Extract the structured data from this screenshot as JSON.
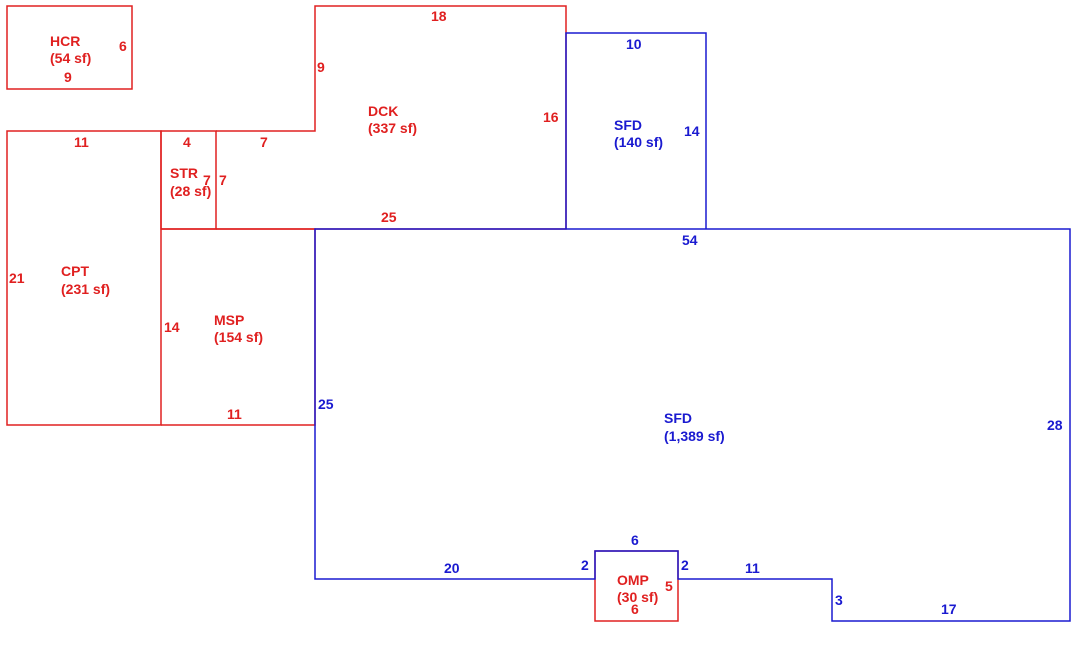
{
  "colors": {
    "existing": "#e02020",
    "primary": "#1a1ad0",
    "background": "#ffffff"
  },
  "areas": {
    "hcr": {
      "code": "HCR",
      "area": "(54 sf)"
    },
    "dck": {
      "code": "DCK",
      "area": "(337 sf)"
    },
    "sfd_upper": {
      "code": "SFD",
      "area": "(140 sf)"
    },
    "str": {
      "code": "STR",
      "area": "(28 sf)"
    },
    "cpt": {
      "code": "CPT",
      "area": "(231 sf)"
    },
    "msp": {
      "code": "MSP",
      "area": "(154 sf)"
    },
    "sfd_main": {
      "code": "SFD",
      "area": "(1,389 sf)"
    },
    "omp": {
      "code": "OMP",
      "area": "(30 sf)"
    }
  },
  "dimensions": {
    "hcr_width": "9",
    "hcr_depth": "6",
    "dck_top": "18",
    "dck_left": "9",
    "dck_right": "16",
    "dck_bottom": "25",
    "dck_step": "7",
    "sfd_upper_top": "10",
    "sfd_upper_right": "14",
    "cpt_top": "11",
    "cpt_left": "21",
    "str_top": "4",
    "str_left": "7",
    "str_right": "7",
    "msp_left": "14",
    "msp_bottom": "11",
    "sfd_top": "54",
    "sfd_left": "25",
    "sfd_right": "28",
    "sfd_bottom_left": "20",
    "sfd_notch_left": "2",
    "sfd_notch_top": "6",
    "sfd_notch_right": "2",
    "sfd_bottom_mid": "11",
    "sfd_step": "3",
    "sfd_bottom_right": "17",
    "omp_right": "5",
    "omp_bottom": "6"
  }
}
